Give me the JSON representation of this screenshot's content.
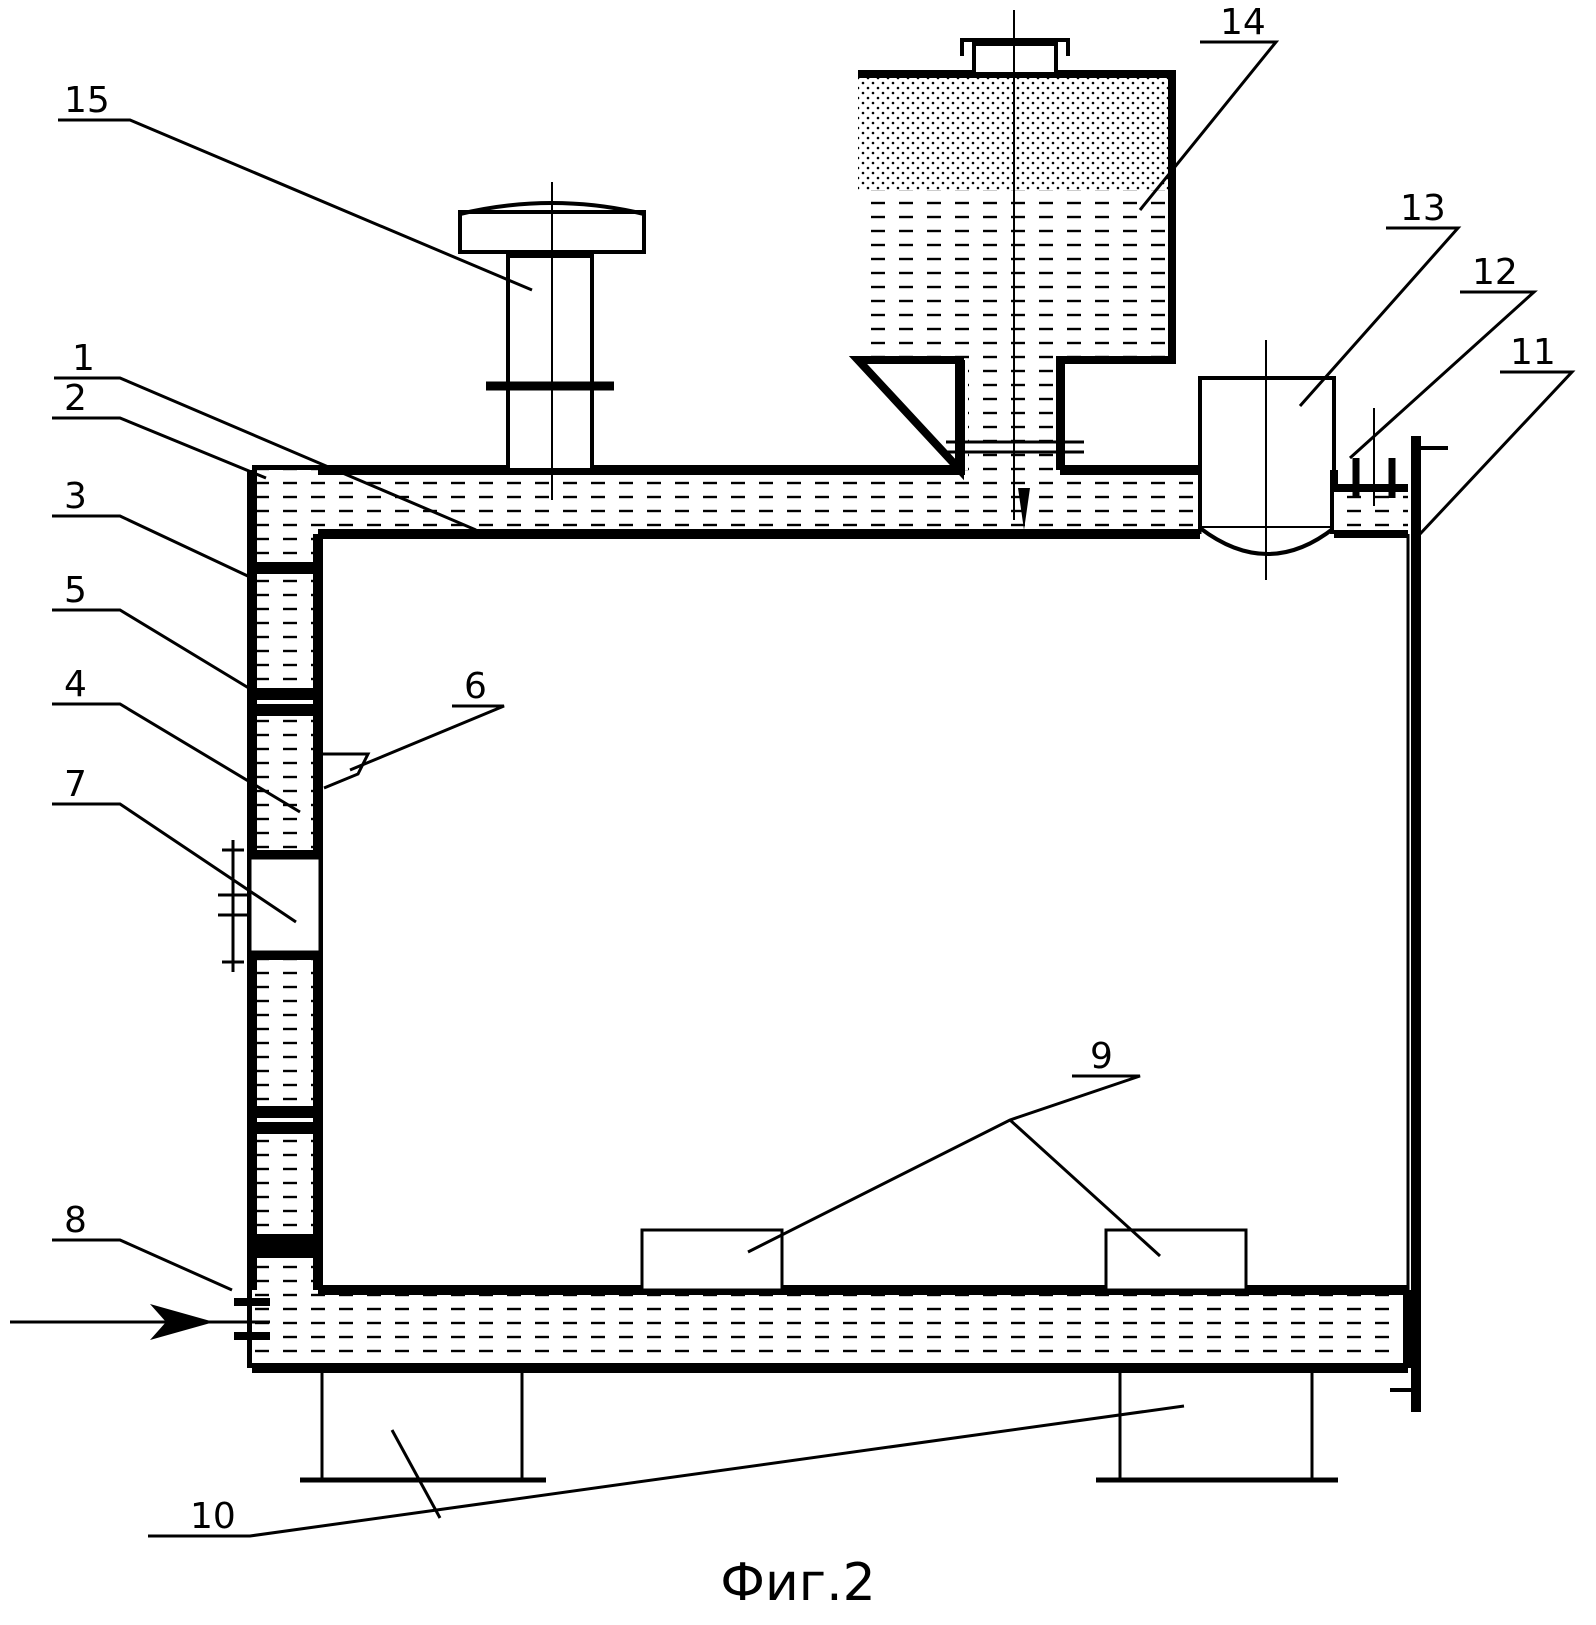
{
  "figure": {
    "caption": "Фиг.2",
    "colors": {
      "ink": "#000000",
      "liquid": "#ffffff",
      "wall": "#111111"
    }
  },
  "callouts": {
    "c1": "1",
    "c2": "2",
    "c3": "3",
    "c4": "4",
    "c5": "5",
    "c6": "6",
    "c7": "7",
    "c8": "8",
    "c9": "9",
    "c10": "10",
    "c11": "11",
    "c12": "12",
    "c13": "13",
    "c14": "14",
    "c15": "15"
  }
}
